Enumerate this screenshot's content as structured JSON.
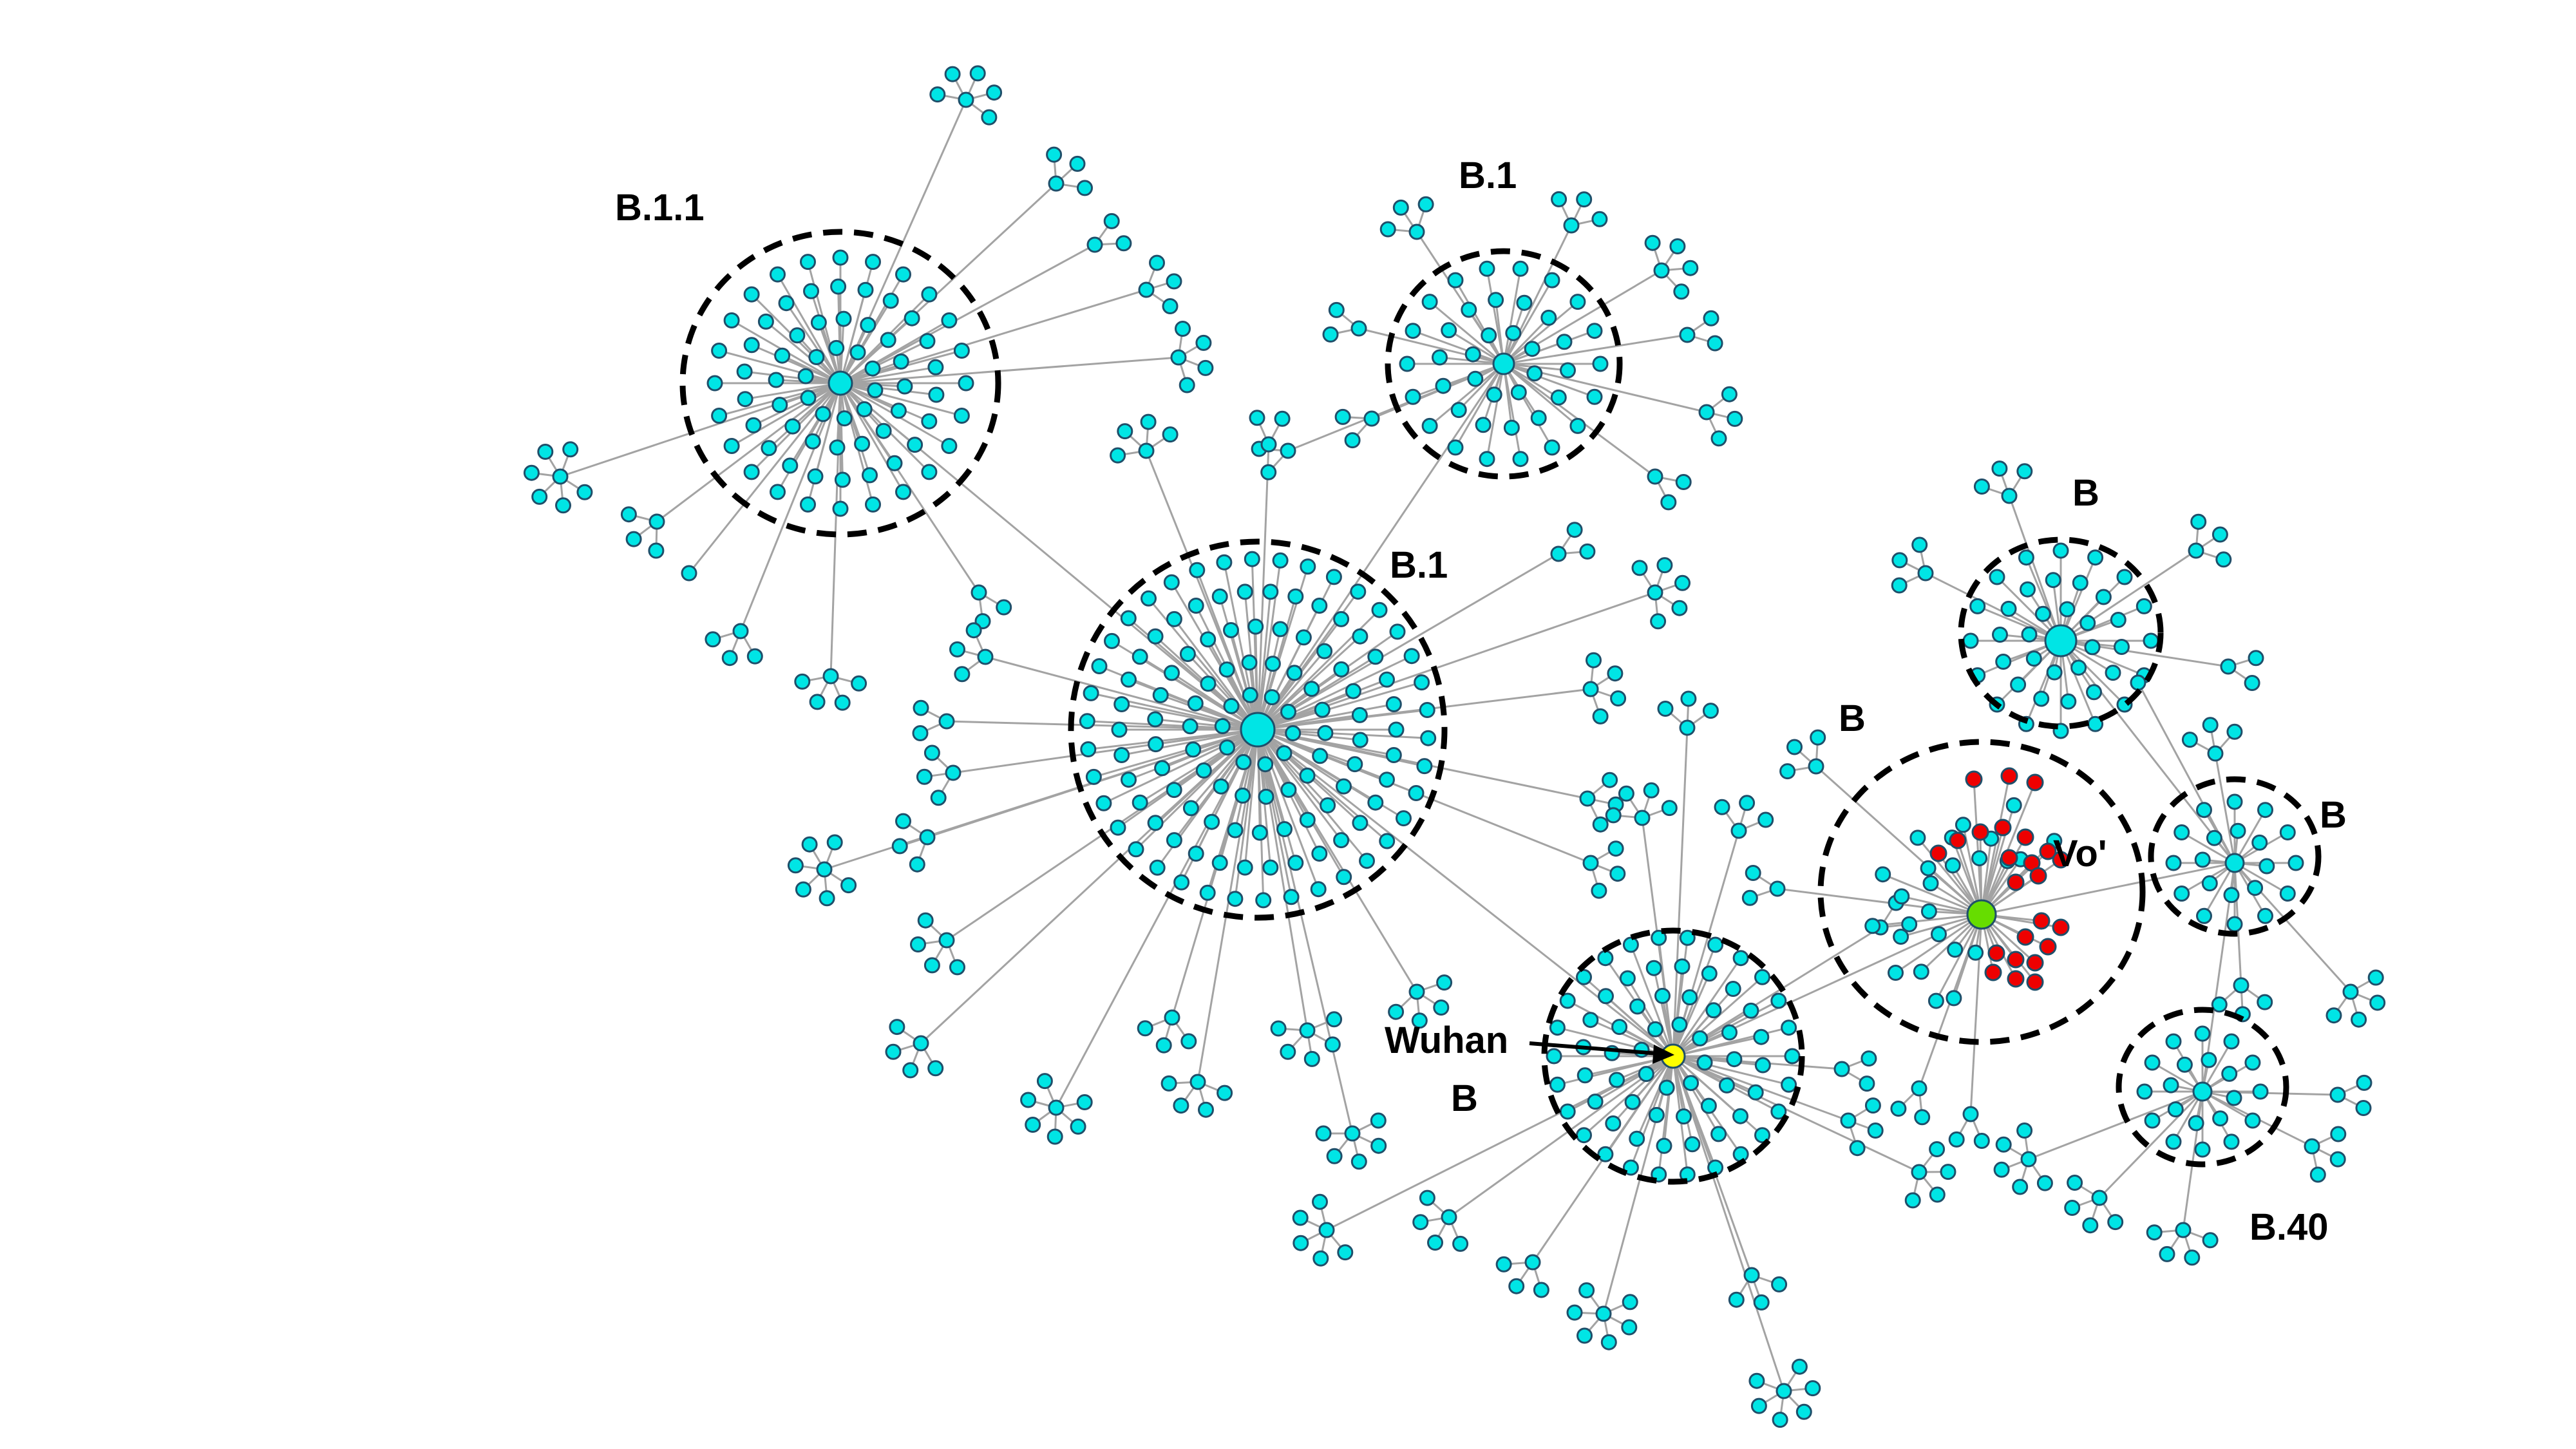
{
  "colors": {
    "default_node": "#00e5e5",
    "vo_cluster_node": "#ee0000",
    "vo_hub": "#66dd00",
    "wuhan_node": "#ffff00",
    "edge": "#a3a3a3",
    "node_border": "#1f4f6a"
  },
  "labels": {
    "b11": "B.1.1",
    "b1_top": "B.1",
    "b1_center": "B.1",
    "b_top_right": "B",
    "b_vo": "B",
    "vo": "Vo'",
    "b_right": "B",
    "wuhan": "Wuhan",
    "b_wuhan": "B",
    "b40": "B.40"
  }
}
